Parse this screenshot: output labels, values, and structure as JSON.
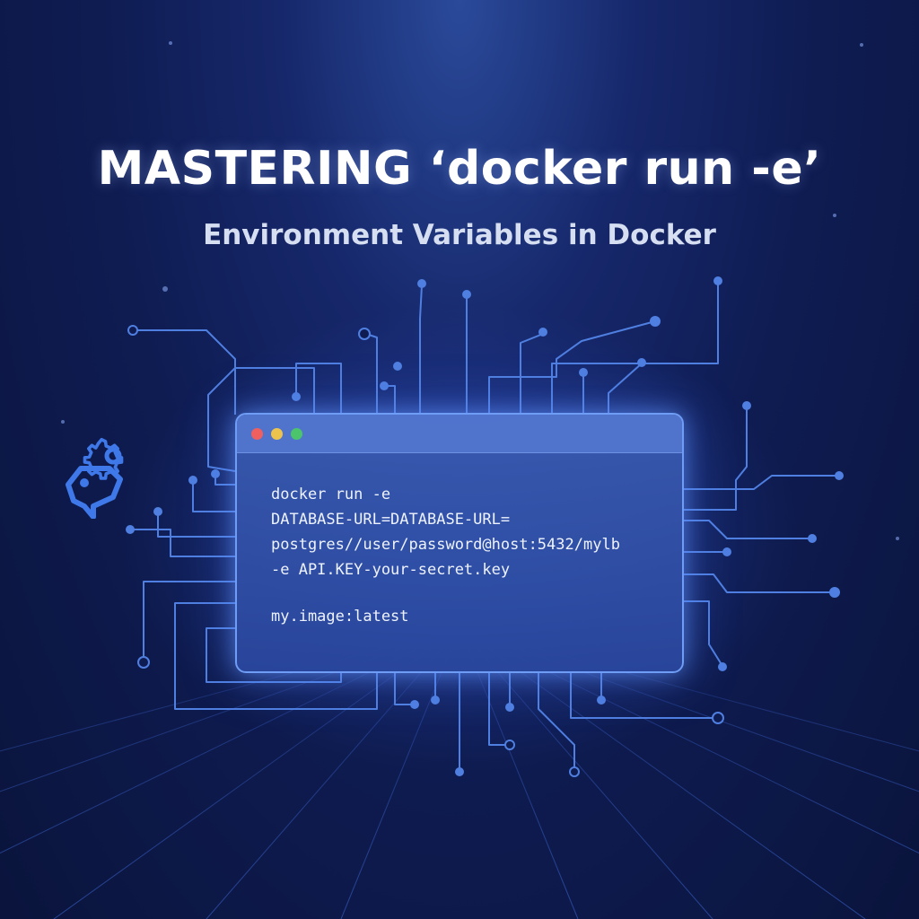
{
  "headline": "MASTERING ‘docker run -e’",
  "subtitle": "Environment Variables in Docker",
  "terminal": {
    "window_controls": [
      "close",
      "minimize",
      "maximize"
    ],
    "command_lines": [
      "docker run -e",
      "DATABASE-URL=DATABASE-URL=",
      "postgres//user/password@host:5432/mylb",
      "-e API.KEY-your-secret.key"
    ],
    "image_line": "my.image:latest"
  },
  "icons": [
    "docker-gear-icon"
  ],
  "colors": {
    "background": "#0f1c52",
    "circuit": "#4f7fe0",
    "terminal_border": "#6f9cf5",
    "dot_red": "#ee5f5f",
    "dot_yellow": "#ecc44d",
    "dot_green": "#4cc46c"
  }
}
